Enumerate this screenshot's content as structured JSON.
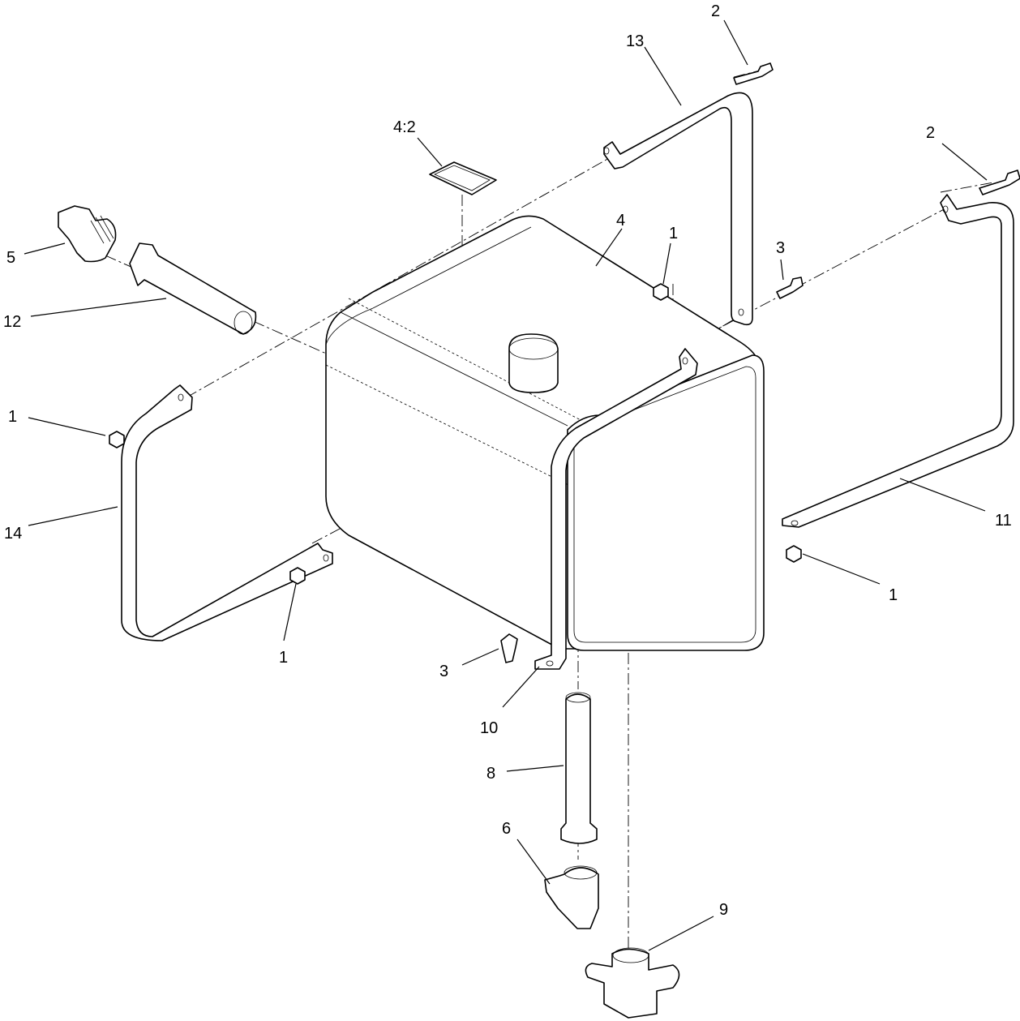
{
  "callouts": {
    "c2_top": "2",
    "c13": "13",
    "c4_2": "4:2",
    "c2_right": "2",
    "c5": "5",
    "c4": "4",
    "c1_top": "1",
    "c3_top": "3",
    "c12": "12",
    "c1_left": "1",
    "c14": "14",
    "c11": "11",
    "c1_right": "1",
    "c1_bottom": "1",
    "c3_bottom": "3",
    "c10": "10",
    "c8": "8",
    "c6": "6",
    "c9": "9"
  }
}
